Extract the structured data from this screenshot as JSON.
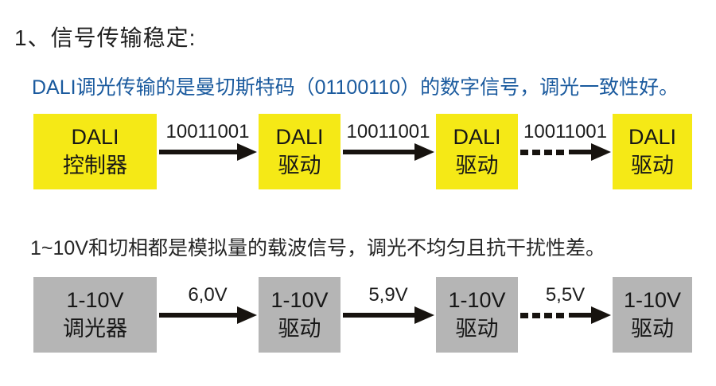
{
  "heading": "1、信号传输稳定:",
  "colors": {
    "dali_box": "#f5e916",
    "analog_box": "#b5b5b5",
    "blue_text": "#1a5a9e",
    "arrow": "#17130f"
  },
  "dali": {
    "description": "DALI调光传输的是曼切斯特码（01100110）的数字信号，调光一致性好。",
    "nodes": [
      {
        "line1": "DALI",
        "line2": "控制器"
      },
      {
        "line1": "DALI",
        "line2": "驱动"
      },
      {
        "line1": "DALI",
        "line2": "驱动"
      },
      {
        "line1": "DALI",
        "line2": "驱动"
      }
    ],
    "arrows": [
      {
        "label": "10011001",
        "style": "solid"
      },
      {
        "label": "10011001",
        "style": "solid"
      },
      {
        "label": "10011001",
        "style": "dashed"
      }
    ]
  },
  "analog": {
    "description": "1~10V和切相都是模拟量的载波信号，调光不均匀且抗干扰性差。",
    "nodes": [
      {
        "line1": "1-10V",
        "line2": "调光器"
      },
      {
        "line1": "1-10V",
        "line2": "驱动"
      },
      {
        "line1": "1-10V",
        "line2": "驱动"
      },
      {
        "line1": "1-10V",
        "line2": "驱动"
      }
    ],
    "arrows": [
      {
        "label": "6,0V",
        "style": "solid"
      },
      {
        "label": "5,9V",
        "style": "solid"
      },
      {
        "label": "5,5V",
        "style": "dashed"
      }
    ]
  }
}
